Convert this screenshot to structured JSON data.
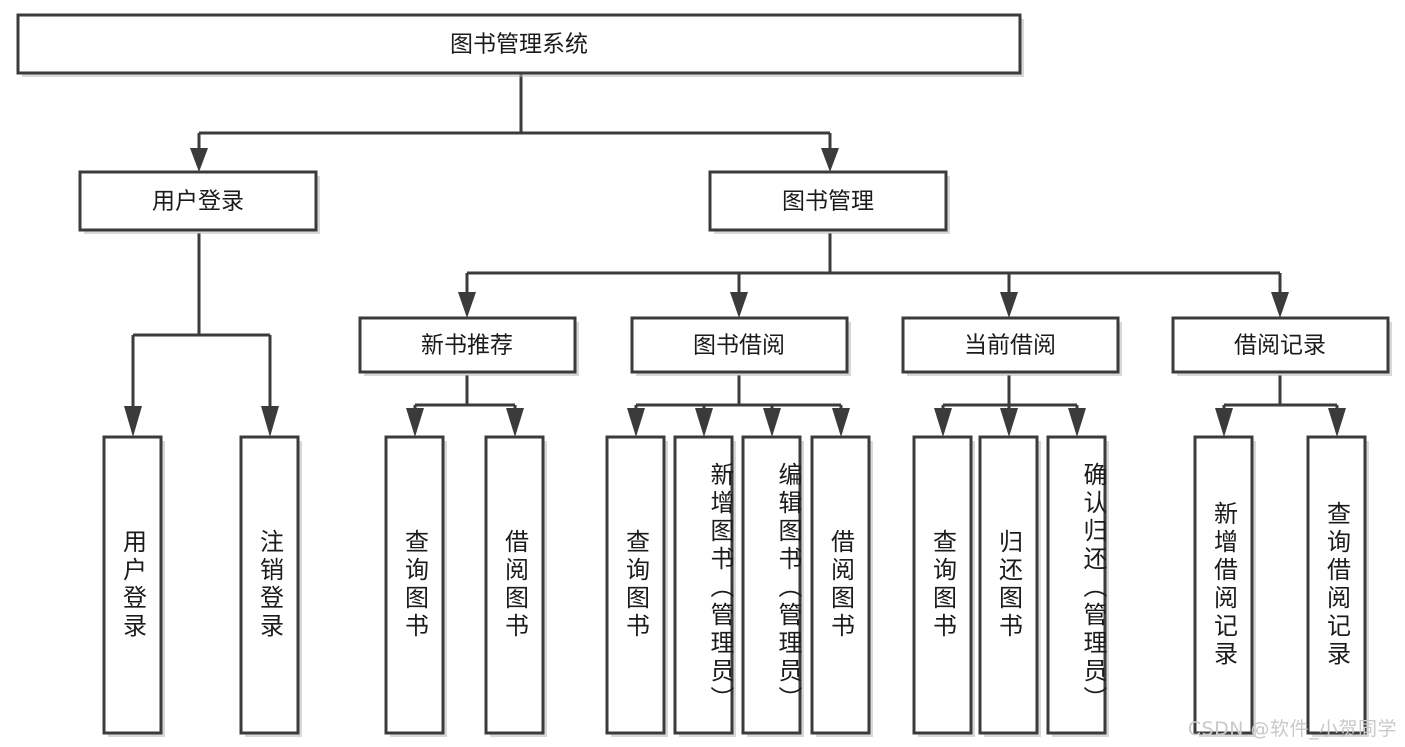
{
  "diagram": {
    "type": "tree-hierarchy-chart",
    "title": "图书管理系统",
    "orientation": "top-down",
    "colors": {
      "box_stroke": "#3b3b3b",
      "box_fill": "#ffffff",
      "connector": "#3b3b3b",
      "shadow": "#b8b8b8",
      "text": "#1b1b1b",
      "watermark": "#c9c9c9"
    },
    "root": {
      "id": "root",
      "label": "图书管理系统"
    },
    "level2": [
      {
        "id": "user-login",
        "label": "用户登录"
      },
      {
        "id": "book-manage",
        "label": "图书管理"
      }
    ],
    "level3": [
      {
        "id": "new-book-recommend",
        "label": "新书推荐",
        "parent": "book-manage"
      },
      {
        "id": "book-borrow",
        "label": "图书借阅",
        "parent": "book-manage"
      },
      {
        "id": "current-borrow",
        "label": "当前借阅",
        "parent": "book-manage"
      },
      {
        "id": "borrow-record",
        "label": "借阅记录",
        "parent": "book-manage"
      }
    ],
    "leaves": [
      {
        "id": "leaf-user-login",
        "label": "用户登录",
        "parent": "user-login"
      },
      {
        "id": "leaf-logout-login",
        "label": "注销登录",
        "parent": "user-login"
      },
      {
        "id": "leaf-query-book-1",
        "label": "查询图书",
        "parent": "new-book-recommend"
      },
      {
        "id": "leaf-borrow-book-1",
        "label": "借阅图书",
        "parent": "new-book-recommend"
      },
      {
        "id": "leaf-query-book-2",
        "label": "查询图书",
        "parent": "book-borrow"
      },
      {
        "id": "leaf-add-book",
        "label": "新增图书（管理员）",
        "parent": "book-borrow"
      },
      {
        "id": "leaf-edit-book",
        "label": "编辑图书（管理员）",
        "parent": "book-borrow"
      },
      {
        "id": "leaf-borrow-book-2",
        "label": "借阅图书",
        "parent": "book-borrow"
      },
      {
        "id": "leaf-query-book-3",
        "label": "查询图书",
        "parent": "current-borrow"
      },
      {
        "id": "leaf-return-book",
        "label": "归还图书",
        "parent": "current-borrow"
      },
      {
        "id": "leaf-confirm-return",
        "label": "确认归还（管理员）",
        "parent": "current-borrow"
      },
      {
        "id": "leaf-add-record",
        "label": "新增借阅记录",
        "parent": "borrow-record"
      },
      {
        "id": "leaf-query-record",
        "label": "查询借阅记录",
        "parent": "borrow-record"
      }
    ]
  },
  "watermark": {
    "text": "CSDN @软件_小贺同学"
  }
}
